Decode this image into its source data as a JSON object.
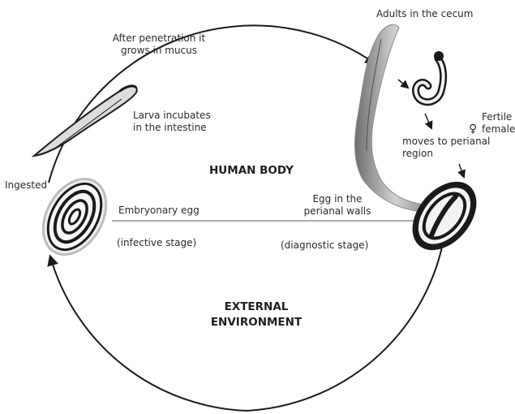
{
  "labels": {
    "after_penetration": [
      "After penetration it",
      "grows in  mucus"
    ],
    "larva_incubates": [
      "Larva incubates",
      "in the intestine"
    ],
    "ingested": "Ingested",
    "adults_cecum": "Adults in the cecum",
    "fertile_female": [
      "Fertile",
      "female"
    ],
    "female_symbol": "♀",
    "moves_perianal": [
      "moves to perianal",
      "region"
    ],
    "human_body": "HUMAN BODY",
    "embryonary_egg": "Embryonary egg",
    "infective_stage": "(infective stage)",
    "egg_perianal": [
      "Egg in the",
      "perianal walls"
    ],
    "diagnostic_stage": "(diagnostic stage)",
    "external_environment": [
      "EXTERNAL",
      "ENVIRONMENT"
    ]
  },
  "colors": {
    "ink": "#1a1a1a",
    "worm_gray": "#9a9a9a",
    "egg_fill": "#f4f4f4"
  }
}
